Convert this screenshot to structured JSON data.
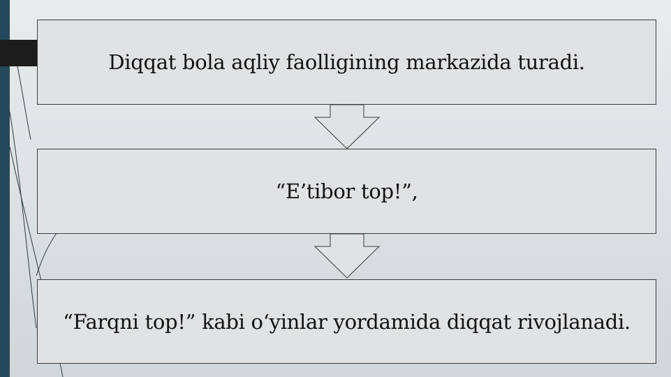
{
  "flow": {
    "steps": [
      {
        "text": "Diqqat bola aqliy faolligining markazida turadi."
      },
      {
        "text": "“E’tibor top!”,"
      },
      {
        "text": "“Farqni top!” kabi o‘yinlar yordamida diqqat rivojlanadi."
      }
    ],
    "connectors": [
      "down-arrow",
      "down-arrow"
    ]
  },
  "colors": {
    "background": "#e3e6e8",
    "box_fill": "#e1e2e3",
    "box_border": "#3c3c3c",
    "left_bar": "#25495a",
    "left_tab": "#1c1c1c"
  }
}
